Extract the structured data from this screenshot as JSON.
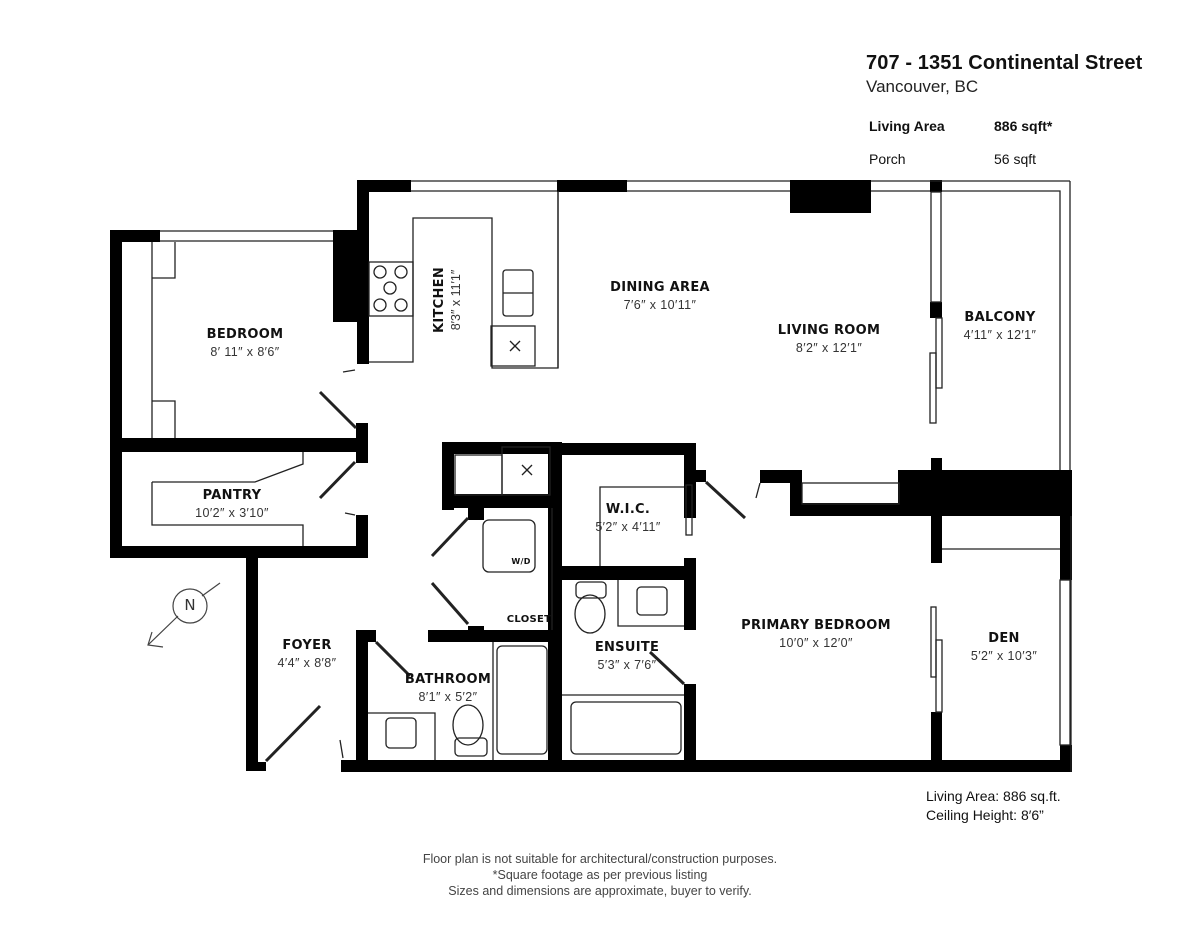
{
  "header": {
    "address": "707 - 1351 Continental Street",
    "city": "Vancouver, BC"
  },
  "areas": [
    {
      "label": "Living Area",
      "value": "886 sqft*",
      "bold": true
    },
    {
      "label": "Porch",
      "value": "56 sqft",
      "bold": false
    }
  ],
  "rooms": {
    "bedroom": {
      "name": "BEDROOM",
      "dims": "8′ 11″ x 8′6″"
    },
    "kitchen": {
      "name": "KITCHEN",
      "dims": "8′3″ x 11′1″"
    },
    "dining": {
      "name": "DINING AREA",
      "dims": "7′6″ x 10′11″"
    },
    "living": {
      "name": "LIVING ROOM",
      "dims": "8′2″ x 12′1″"
    },
    "balcony": {
      "name": "BALCONY",
      "dims": "4′11″ x 12′1″"
    },
    "pantry": {
      "name": "PANTRY",
      "dims": "10′2″ x 3′10″"
    },
    "wic": {
      "name": "W.I.C.",
      "dims": "5′2″ x 4′11″"
    },
    "closet": {
      "name": "CLOSET"
    },
    "wd": {
      "name": "W/D"
    },
    "foyer": {
      "name": "FOYER",
      "dims": "4′4″ x 8′8″"
    },
    "bathroom": {
      "name": "BATHROOM",
      "dims": "8′1″ x 5′2″"
    },
    "ensuite": {
      "name": "ENSUITE",
      "dims": "5′3″ x 7′6″"
    },
    "primary": {
      "name": "PRIMARY BEDROOM",
      "dims": "10′0″ x 12′0″"
    },
    "den": {
      "name": "DEN",
      "dims": "5′2″ x 10′3″"
    }
  },
  "compass": {
    "label": "N",
    "icon": "north-arrow-icon"
  },
  "footer": {
    "living_area": "Living Area: 886 sq.ft.",
    "ceiling_height": "Ceiling Height: 8′6”"
  },
  "disclaimer": [
    "Floor plan is not suitable for architectural/construction purposes.",
    "*Square footage as per previous listing",
    "Sizes and dimensions are approximate, buyer to verify."
  ],
  "colors": {
    "wall": "#000000",
    "line": "#333333",
    "background": "#ffffff",
    "text": "#111111"
  }
}
